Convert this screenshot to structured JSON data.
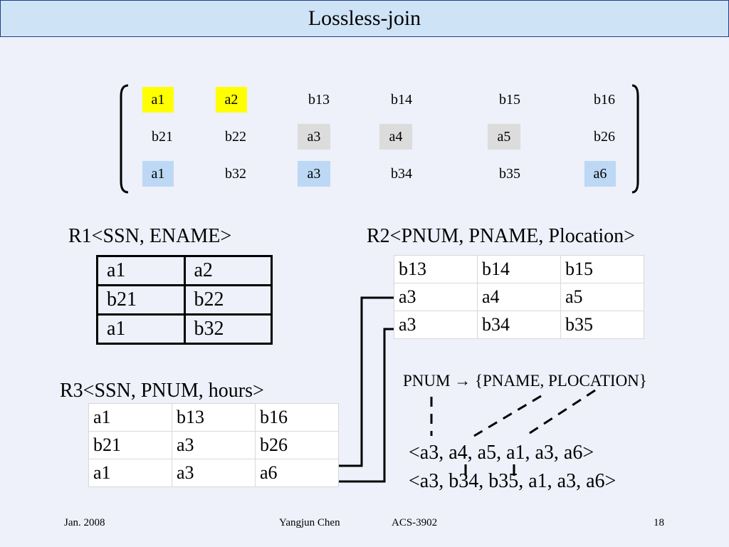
{
  "title": "Lossless-join",
  "matrix": {
    "rows": [
      [
        "a1",
        "a2",
        "b13",
        "b14",
        "b15",
        "b16"
      ],
      [
        "b21",
        "b22",
        "a3",
        "a4",
        "a5",
        "b26"
      ],
      [
        "a1",
        "b32",
        "a3",
        "b34",
        "b35",
        "a6"
      ]
    ],
    "highlights": {
      "yellow": "#ffff00",
      "gray": "#dcdcdc",
      "blue": "#bcd8f4"
    }
  },
  "r1": {
    "heading": "R1<SSN, ENAME>",
    "rows": [
      [
        "a1",
        "a2"
      ],
      [
        "b21",
        "b22"
      ],
      [
        "a1",
        "b32"
      ]
    ]
  },
  "r2": {
    "heading": "R2<PNUM, PNAME, Plocation>",
    "rows": [
      [
        "b13",
        "b14",
        "b15"
      ],
      [
        "a3",
        "a4",
        "a5"
      ],
      [
        "a3",
        "b34",
        "b35"
      ]
    ]
  },
  "r3": {
    "heading": "R3<SSN, PNUM, hours>",
    "rows": [
      [
        "a1",
        "b13",
        "b16"
      ],
      [
        "b21",
        "a3",
        "b26"
      ],
      [
        "a1",
        "a3",
        "a6"
      ]
    ]
  },
  "fd": "PNUM → {PNAME, PLOCATION}",
  "tuples": [
    "<a3, a4,   a5,   a1, a3, a6>",
    "<a3, b34, b35, a1, a3, a6>"
  ],
  "footer": {
    "date": "Jan. 2008",
    "author": "Yangjun Chen",
    "course": "ACS-3902",
    "page": "18"
  }
}
